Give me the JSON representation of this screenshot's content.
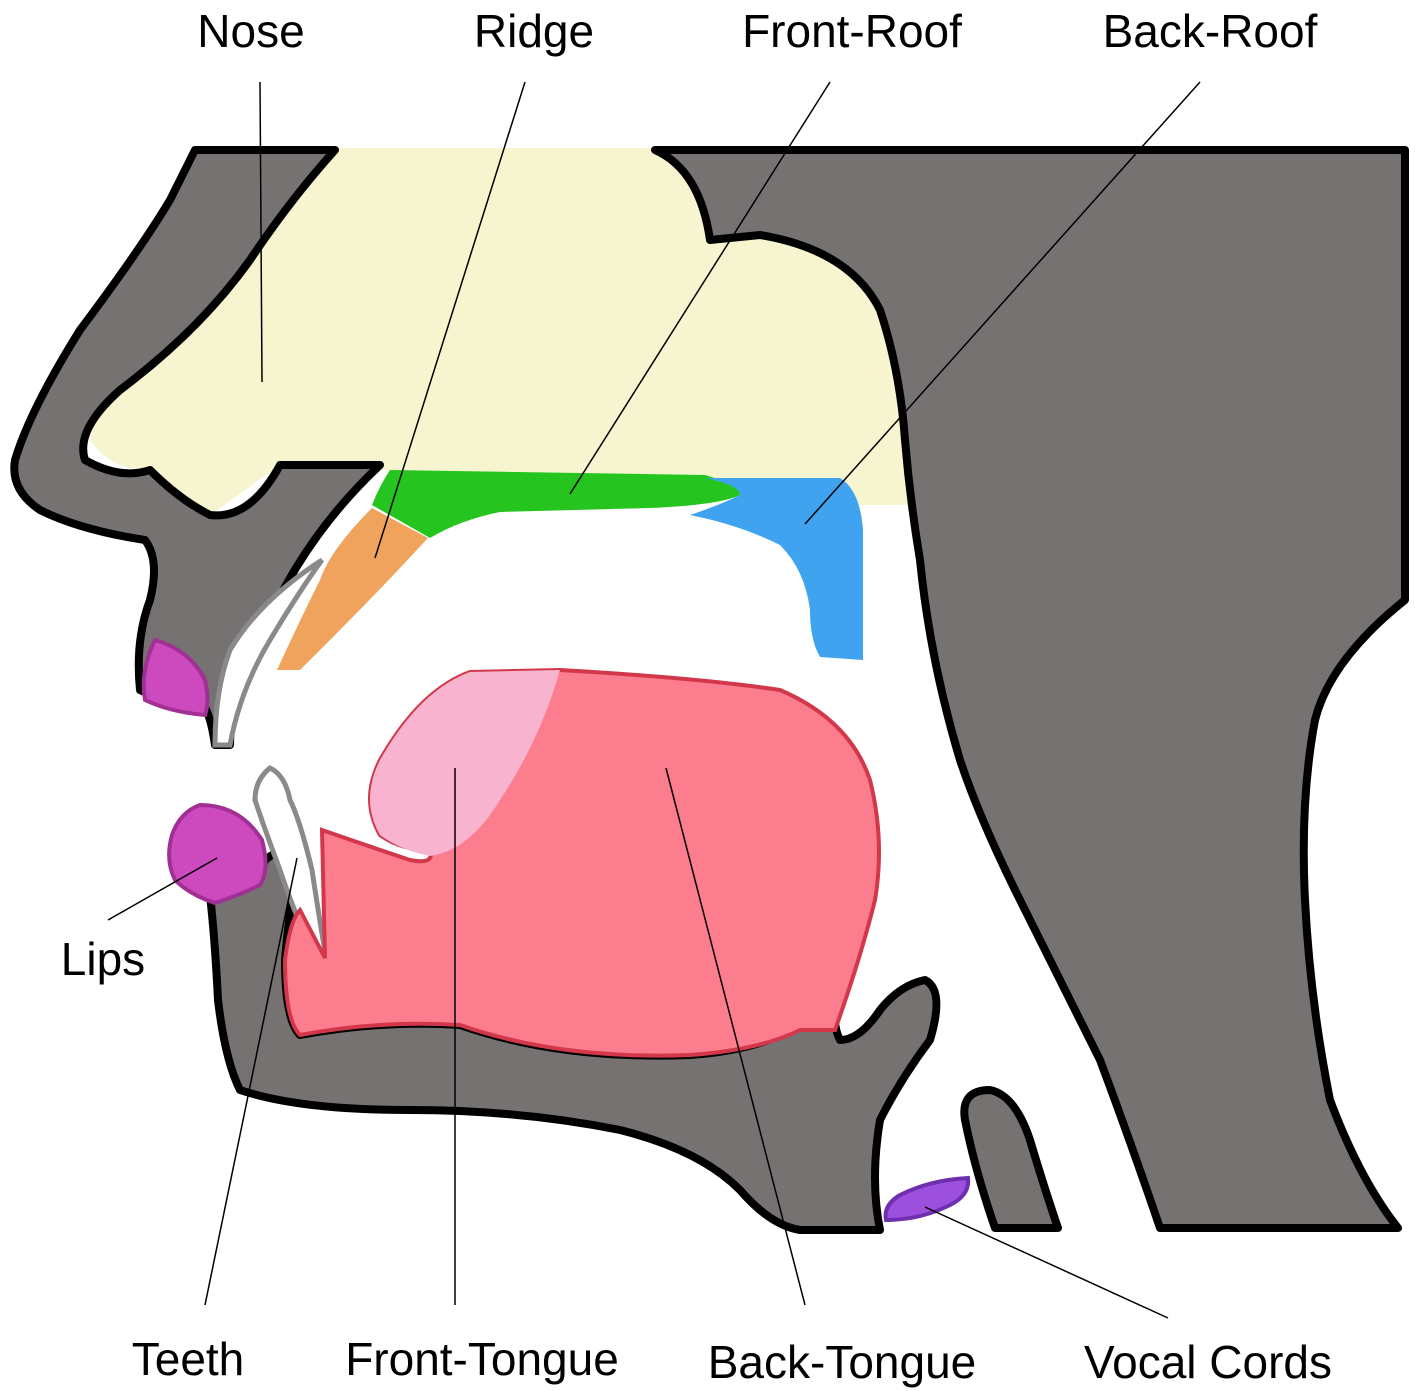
{
  "labels": {
    "nose": "Nose",
    "ridge": "Ridge",
    "front_roof": "Front-Roof",
    "back_roof": "Back-Roof",
    "lips": "Lips",
    "teeth": "Teeth",
    "front_tongue": "Front-Tongue",
    "back_tongue": "Back-Tongue",
    "vocal_cords": "Vocal Cords"
  },
  "colors": {
    "tissue": "#767271",
    "nasal_cavity": "#f7f5cf",
    "ridge": "#f0a35c",
    "front_roof": "#25c41f",
    "back_roof": "#3fa3f0",
    "lips": "#cc49be",
    "front_tongue": "#f8b4cf",
    "back_tongue": "#fc7d8d",
    "vocal_cords": "#9c50dd",
    "teeth": "#ffffff"
  }
}
